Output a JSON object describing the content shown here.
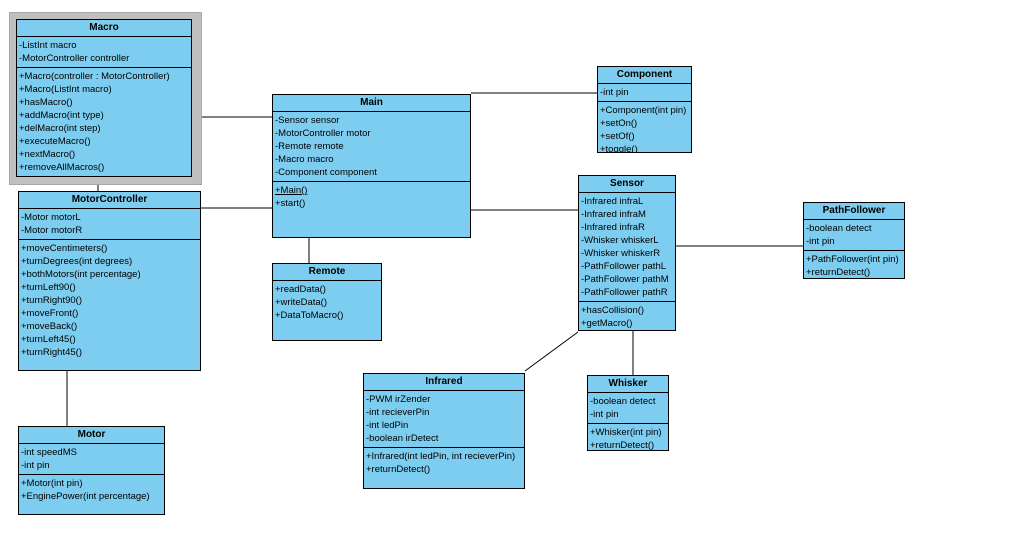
{
  "diagram": {
    "type": "uml-class-diagram",
    "background": "#ffffff",
    "class_fill": "#7dcdf0",
    "border_color": "#000000",
    "selection_frame_color": "#c0c0c0",
    "selected_class": "Macro"
  },
  "classes": [
    {
      "name": "Macro",
      "selected": true,
      "attributes": [
        "-ListInt macro",
        "-MotorController controller"
      ],
      "methods": [
        "+Macro(controller : MotorController)",
        "+Macro(ListInt macro)",
        "+hasMacro()",
        "+addMacro(int type)",
        "+delMacro(int step)",
        "+executeMacro()",
        "+nextMacro()",
        "+removeAllMacros()"
      ]
    },
    {
      "name": "MotorController",
      "attributes": [
        "-Motor motorL",
        "-Motor motorR"
      ],
      "methods": [
        "+moveCentimeters()",
        "+turnDegrees(int degrees)",
        "+bothMotors(int percentage)",
        "+turnLeft90()",
        "+turnRight90()",
        "+moveFront()",
        "+moveBack()",
        "+turnLeft45()",
        "+turnRight45()"
      ]
    },
    {
      "name": "Motor",
      "attributes": [
        "-int speedMS",
        "-int pin"
      ],
      "methods": [
        "+Motor(int pin)",
        "+EnginePower(int percentage)"
      ]
    },
    {
      "name": "Main",
      "attributes": [
        "-Sensor sensor",
        "-MotorController motor",
        "-Remote remote",
        "-Macro macro",
        "-Component component"
      ],
      "methods": [
        "+Main()",
        "+start()"
      ],
      "underlined_methods": [
        0
      ]
    },
    {
      "name": "Remote",
      "attributes": [],
      "methods": [
        "+readData()",
        "+writeData()",
        "+DataToMacro()"
      ]
    },
    {
      "name": "Component",
      "attributes": [
        "-int pin"
      ],
      "methods": [
        "+Component(int pin)",
        "+setOn()",
        "+setOf()",
        "+toggle()"
      ]
    },
    {
      "name": "Sensor",
      "attributes": [
        "-Infrared infraL",
        "-Infrared infraM",
        "-Infrared infraR",
        "-Whisker whiskerL",
        "-Whisker whiskerR",
        "-PathFollower pathL",
        "-PathFollower pathM",
        "-PathFollower pathR"
      ],
      "methods": [
        "+hasCollision()",
        "+getMacro()"
      ]
    },
    {
      "name": "PathFollower",
      "attributes": [
        "-boolean detect",
        "-int pin"
      ],
      "methods": [
        "+PathFollower(int pin)",
        "+returnDetect()"
      ]
    },
    {
      "name": "Infrared",
      "attributes": [
        "-PWM irZender",
        "-int recieverPin",
        "-int ledPin",
        "-boolean irDetect"
      ],
      "methods": [
        "+Infrared(int ledPin, int recieverPin)",
        "+returnDetect()"
      ]
    },
    {
      "name": "Whisker",
      "attributes": [
        "-boolean detect",
        "-int pin"
      ],
      "methods": [
        "+Whisker(int pin)",
        "+returnDetect()"
      ]
    }
  ],
  "connectors": [
    {
      "from": "Macro",
      "to": "MotorController"
    },
    {
      "from": "Macro",
      "to": "Main"
    },
    {
      "from": "MotorController",
      "to": "Main"
    },
    {
      "from": "MotorController",
      "to": "Motor"
    },
    {
      "from": "Main",
      "to": "Remote"
    },
    {
      "from": "Main",
      "to": "Component"
    },
    {
      "from": "Main",
      "to": "Sensor"
    },
    {
      "from": "Sensor",
      "to": "PathFollower"
    },
    {
      "from": "Sensor",
      "to": "Whisker"
    },
    {
      "from": "Sensor",
      "to": "Infrared"
    }
  ]
}
